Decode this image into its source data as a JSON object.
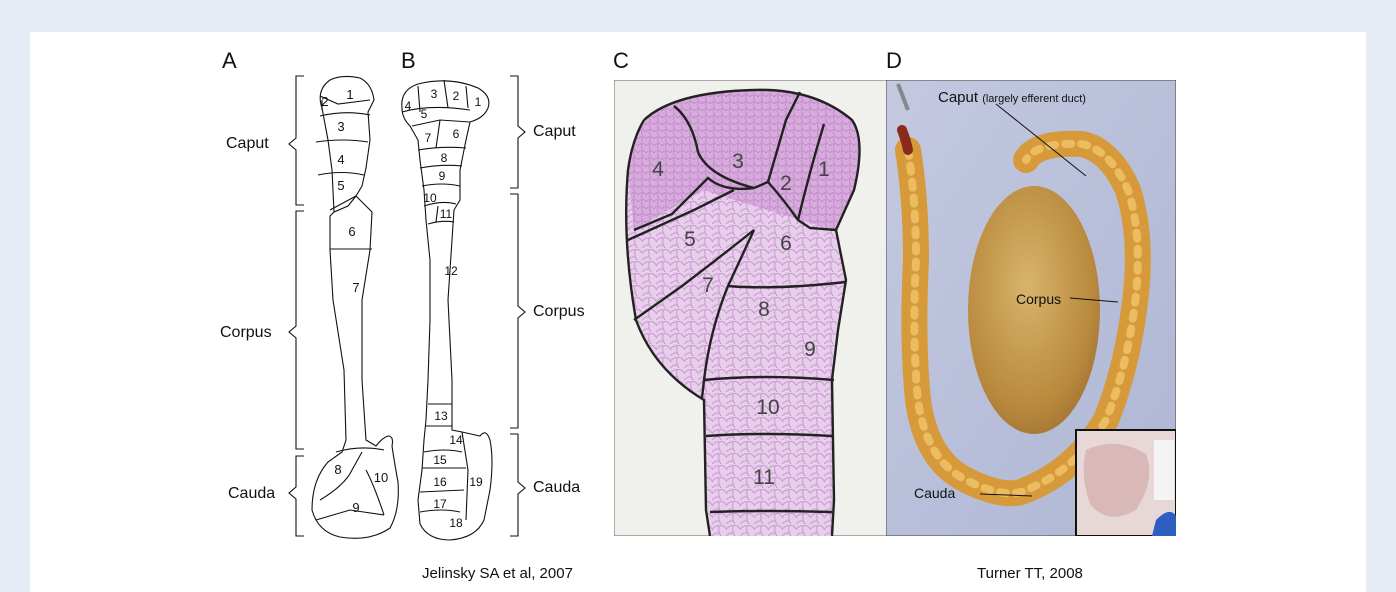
{
  "panels": {
    "a": {
      "letter": "A"
    },
    "b": {
      "letter": "B"
    },
    "c": {
      "letter": "C"
    },
    "d": {
      "letter": "D"
    }
  },
  "regions": {
    "caput": "Caput",
    "corpus": "Corpus",
    "cauda": "Cauda"
  },
  "segments_a": [
    "1",
    "2",
    "3",
    "4",
    "5",
    "6",
    "7",
    "8",
    "9",
    "10"
  ],
  "segments_b": [
    "1",
    "2",
    "3",
    "4",
    "5",
    "6",
    "7",
    "8",
    "9",
    "10",
    "11",
    "12",
    "13",
    "14",
    "15",
    "16",
    "17",
    "18",
    "19"
  ],
  "segments_c": [
    "1",
    "2",
    "3",
    "4",
    "5",
    "6",
    "7",
    "8",
    "9",
    "10",
    "11"
  ],
  "photo_labels": {
    "caput": "Caput",
    "caput_note": "(largely efferent duct)",
    "corpus": "Corpus",
    "cauda": "Cauda"
  },
  "credits": {
    "left": "Jelinsky SA et al, 2007",
    "right": "Turner TT, 2008"
  },
  "colors": {
    "background": "#e4ebf5",
    "stain": "#e3c6e6",
    "tissue": "#d69a3a"
  }
}
